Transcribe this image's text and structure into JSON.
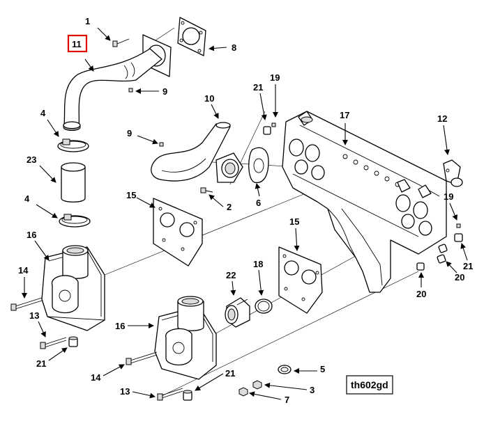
{
  "diagram": {
    "id_label": "th602gd",
    "highlighted_callout": "11",
    "highlight_color": "#e00000",
    "callouts": {
      "c1": "1",
      "c11": "11",
      "c8": "8",
      "c9a": "9",
      "c4a": "4",
      "c23": "23",
      "c4b": "4",
      "c16a": "16",
      "c14a": "14",
      "c13a": "13",
      "c21a": "21",
      "c10": "10",
      "c9b": "9",
      "c15a": "15",
      "c2": "2",
      "c6": "6",
      "c21b": "21",
      "c19a": "19",
      "c17": "17",
      "c12": "12",
      "c19b": "19",
      "c21c": "21",
      "c20a": "20",
      "c20b": "20",
      "c15b": "15",
      "c18": "18",
      "c22": "22",
      "c16b": "16",
      "c14b": "14",
      "c13b": "13",
      "c21d": "21",
      "c5": "5",
      "c3": "3",
      "c7": "7"
    }
  }
}
